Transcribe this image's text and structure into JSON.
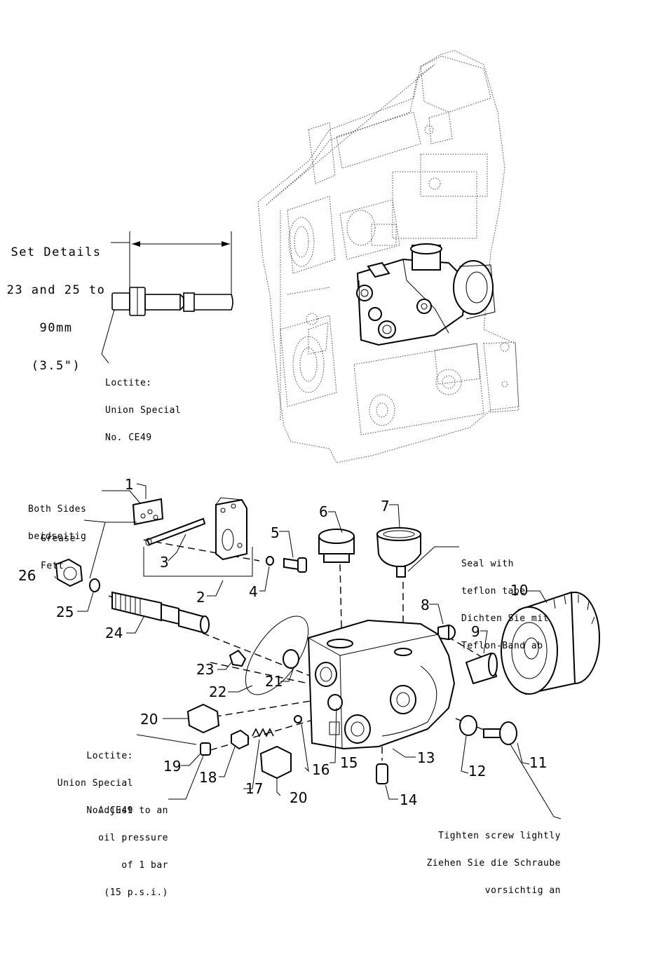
{
  "set_details": {
    "line1": "Set Details",
    "line2": "23 and 25 to",
    "line3": "90mm",
    "line4": "(3.5\")"
  },
  "loctite_top": {
    "line1": "Loctite:",
    "line2": "Union Special",
    "line3": "No. CE49"
  },
  "both_sides": {
    "line1": "Both Sides",
    "line2": "beidseitig"
  },
  "grease": {
    "line1": "Grease",
    "line2": "Fett"
  },
  "seal": {
    "line1": "Seal with",
    "line2": "teflon tape",
    "line3": "Dichten Sie mit",
    "line4": "Teflon-Band ab"
  },
  "loctite_bottom": {
    "line1": "Loctite:",
    "line2": "Union Special",
    "line3": "No. CE49"
  },
  "adjust": {
    "line1": "Adjust to an",
    "line2": "oil pressure",
    "line3": "of 1 bar",
    "line4": "(15 p.s.i.)"
  },
  "tighten": {
    "line1": "Tighten screw lightly",
    "line2": "Ziehen Sie die Schraube",
    "line3": "vorsichtig an"
  },
  "callouts": {
    "n1": "1",
    "n2": "2",
    "n3": "3",
    "n4": "4",
    "n5": "5",
    "n6": "6",
    "n7": "7",
    "n8": "8",
    "n9": "9",
    "n10": "10",
    "n11": "11",
    "n12": "12",
    "n13": "13",
    "n14": "14",
    "n15": "15",
    "n16": "16",
    "n17": "17",
    "n18": "18",
    "n19": "19",
    "n20a": "20",
    "n20b": "20",
    "n21": "21",
    "n22": "22",
    "n23": "23",
    "n24": "24",
    "n25": "25",
    "n26": "26"
  }
}
